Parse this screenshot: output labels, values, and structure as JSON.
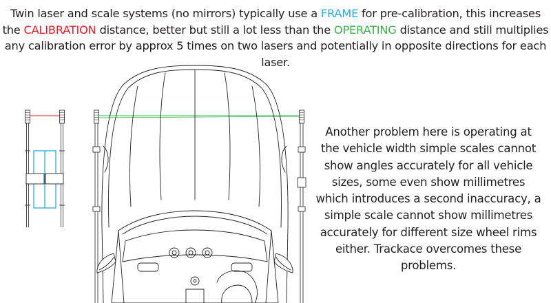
{
  "intro": {
    "part1": "Twin laser and scale systems (no mirrors) typically use a ",
    "frame": "FRAME",
    "part2": " for pre-calibration, this increases the ",
    "calibration": "CALIBRATION",
    "part3": " distance, better but still a lot less than the ",
    "operating": "OPERATING",
    "part4": " distance and still multiplies any calibration error by approx 5 times on two lasers and potentially in opposite directions for each laser."
  },
  "note": {
    "text": "Another problem here is operating at the vehicle width simple scales cannot show angles accurately for all vehicle sizes, some even show millimetres which introduces a second inaccuracy, a simple scale cannot show millimetres accurately for different size wheel rims either. Trackace overcomes these problems."
  },
  "colors": {
    "frame": "#29abe2",
    "calibration": "#ed1c24",
    "operating": "#39b54a",
    "line": "#231f20"
  },
  "icons": {
    "laser_unit": "laser-head-icon",
    "car": "car-top-view-icon"
  }
}
